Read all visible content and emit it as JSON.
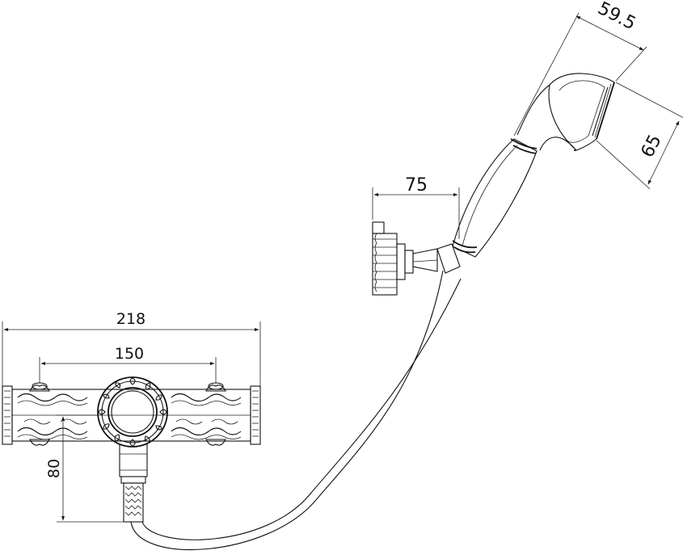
{
  "dimensions": {
    "overall_width": "218",
    "centers": "150",
    "outlet_height": "80",
    "holder_projection": "75",
    "handset_width": "59.5",
    "handset_head": "65"
  },
  "colors": {
    "line": "#111111",
    "background": "#ffffff"
  }
}
